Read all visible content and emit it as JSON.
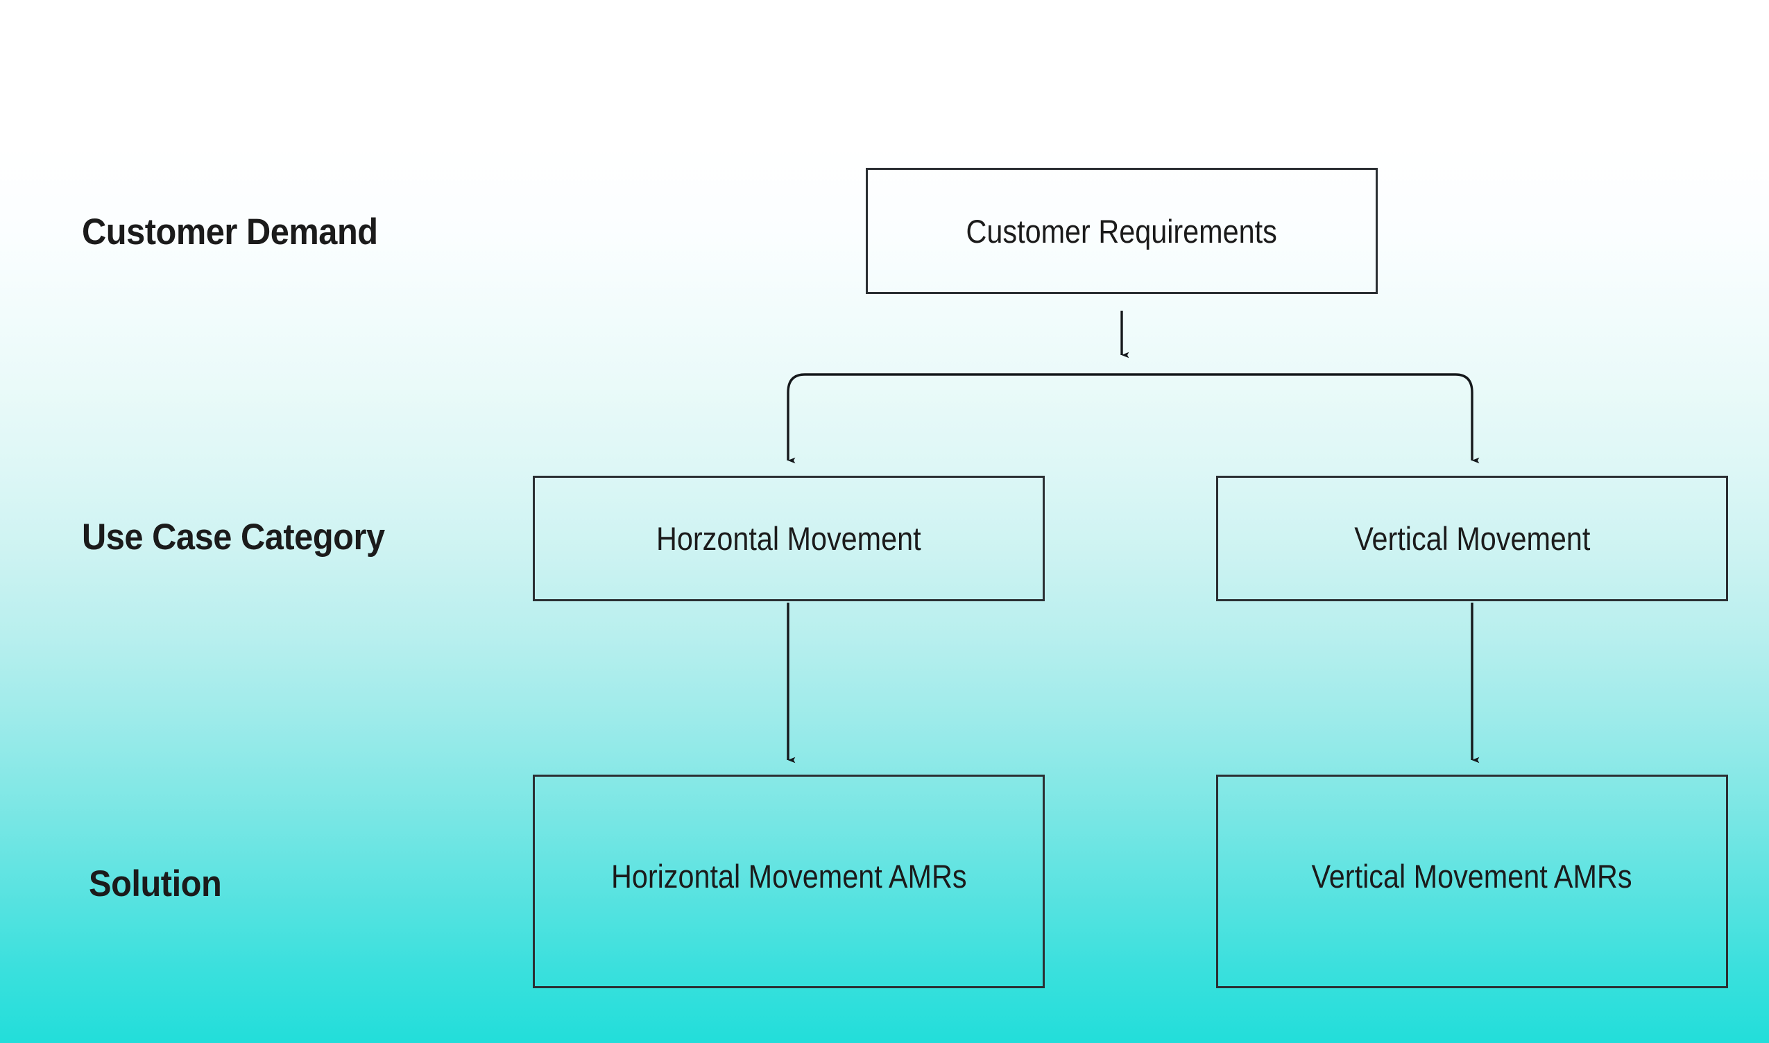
{
  "diagram": {
    "background": {
      "gradient_from": "#ffffff",
      "gradient_to": "#22deda"
    },
    "box_border_color": "#2b2f33",
    "text_color": "#1b1b1b",
    "rows": [
      {
        "label": "Customer Demand"
      },
      {
        "label": "Use Case Category"
      },
      {
        "label": "Solution"
      }
    ],
    "nodes": {
      "customer_requirements": "Customer Requirements",
      "horizontal_movement": "Horzontal Movement",
      "vertical_movement": "Vertical Movement",
      "horizontal_movement_amrs": "Horizontal Movement AMRs",
      "vertical_movement_amrs": "Vertical Movement AMRs"
    }
  }
}
